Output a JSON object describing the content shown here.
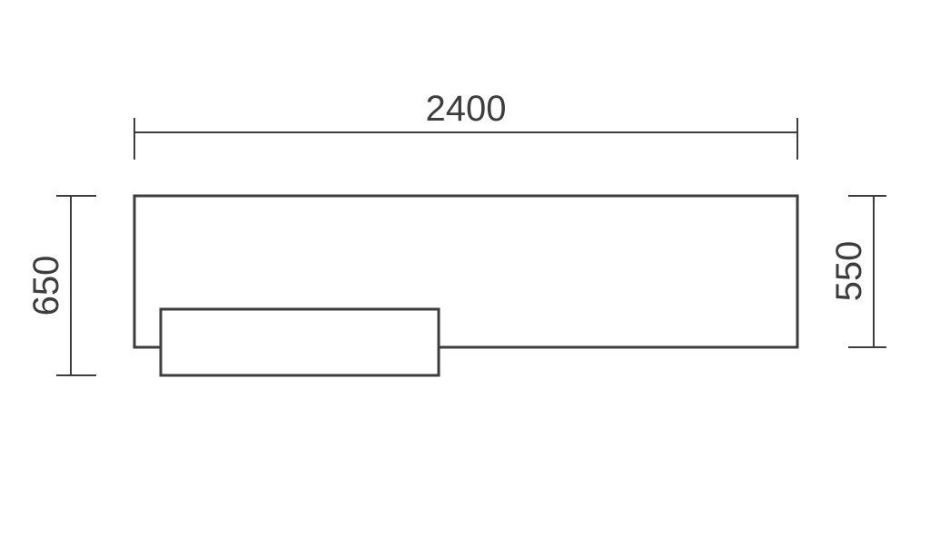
{
  "drawing": {
    "line_color": "#3d3d3d",
    "background_color": "#ffffff",
    "dimensions": {
      "overall_width": "2400",
      "overall_depth": "650",
      "main_depth": "550"
    }
  }
}
